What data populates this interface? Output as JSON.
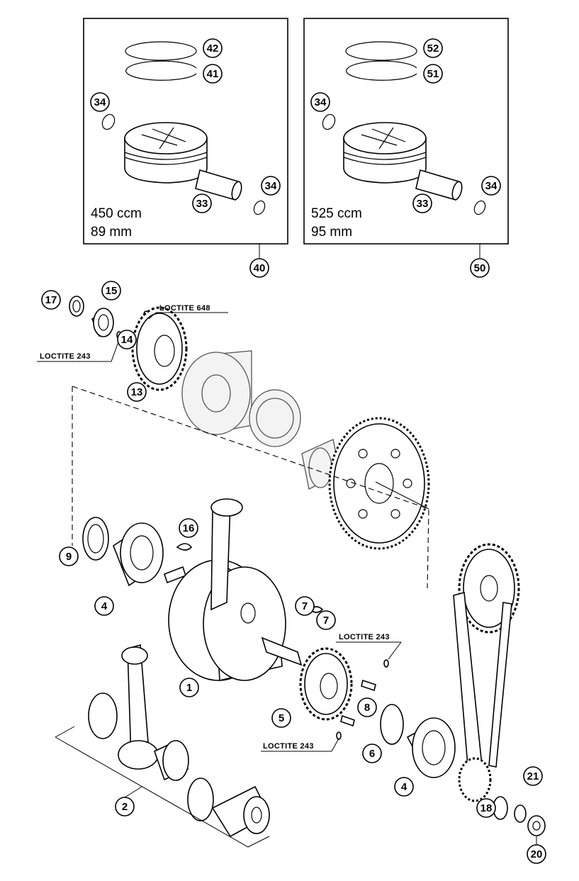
{
  "kit_450": {
    "displacement": "450 ccm",
    "bore": "89 mm"
  },
  "kit_525": {
    "displacement": "525 ccm",
    "bore": "95 mm"
  },
  "loctite": {
    "l648": "LOCTITE 648",
    "l243": "LOCTITE 243"
  },
  "callouts": {
    "p1": "1",
    "p2": "2",
    "p4": "4",
    "p5": "5",
    "p6": "6",
    "p7": "7",
    "p8": "8",
    "p9": "9",
    "p13": "13",
    "p14": "14",
    "p15": "15",
    "p16": "16",
    "p17": "17",
    "p18": "18",
    "p20": "20",
    "p21": "21",
    "p33": "33",
    "p34": "34",
    "p40": "40",
    "p41": "41",
    "p42": "42",
    "p50": "50",
    "p51": "51",
    "p52": "52"
  }
}
